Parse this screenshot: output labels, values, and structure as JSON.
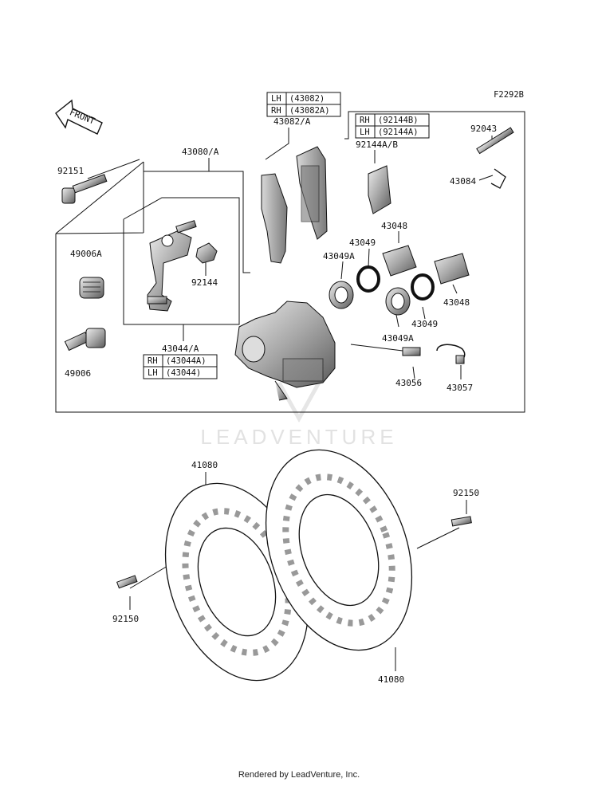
{
  "diagram": {
    "figure_code": "F2292B",
    "front_arrow": "FRONT",
    "watermark": "LEADVENTURE",
    "footer": "Rendered by LeadVenture, Inc.",
    "colors": {
      "line": "#111111",
      "part": "#9a9a9a",
      "part_dark": "#555555",
      "watermark": "#e2e2e2"
    },
    "parts": {
      "p92151": "92151",
      "p43080a": "43080/A",
      "p43082a": "43082/A",
      "p92144ab": "92144A/B",
      "p92043": "92043",
      "p43084": "43084",
      "p49006a": "49006A",
      "p92144": "92144",
      "p43048_top": "43048",
      "p43049_top": "43049",
      "p43049a_top": "43049A",
      "p43048_right": "43048",
      "p43049_mid": "43049",
      "p43049a_mid": "43049A",
      "p43044a": "43044/A",
      "p49006": "49006",
      "p43056": "43056",
      "p43057": "43057",
      "p41080_left": "41080",
      "p92150_right": "92150",
      "p92150_left": "92150",
      "p41080_right": "41080"
    },
    "tables": {
      "t43082": {
        "r1_side": "LH",
        "r1_num": "(43082)",
        "r2_side": "RH",
        "r2_num": "(43082A)"
      },
      "t92144": {
        "r1_side": "RH",
        "r1_num": "(92144B)",
        "r2_side": "LH",
        "r2_num": "(92144A)"
      },
      "t43044": {
        "r1_side": "RH",
        "r1_num": "(43044A)",
        "r2_side": "LH",
        "r2_num": "(43044)"
      }
    }
  }
}
